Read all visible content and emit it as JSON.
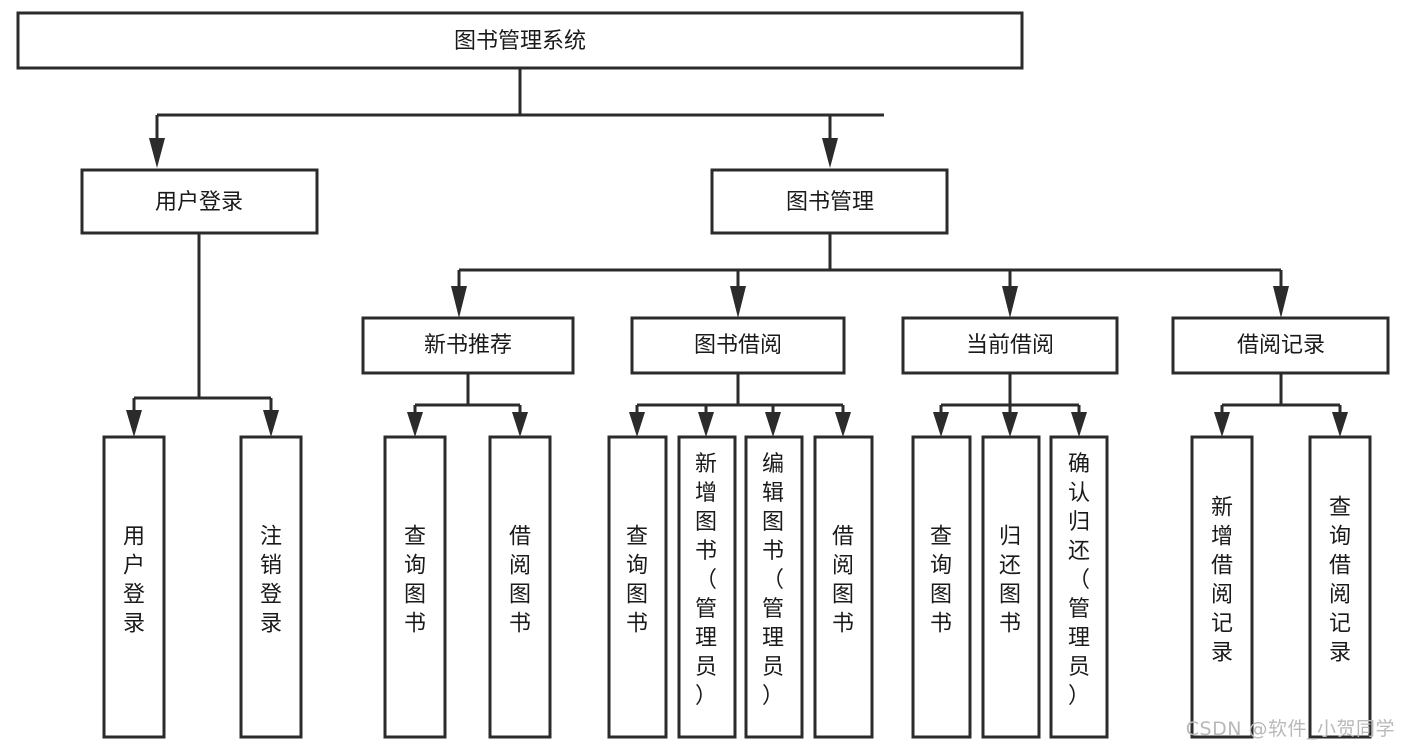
{
  "diagram": {
    "title": "图书管理系统",
    "type": "tree-hierarchy",
    "colors": {
      "stroke": "#2b2b2b",
      "box_fill": "#ffffff",
      "text": "#1a1a1a",
      "background": "#ffffff",
      "watermark": "#b9b9b9"
    },
    "root": {
      "label": "图书管理系统"
    },
    "level2": [
      {
        "label": "用户登录"
      },
      {
        "label": "图书管理"
      }
    ],
    "level3": [
      {
        "label": "新书推荐"
      },
      {
        "label": "图书借阅"
      },
      {
        "label": "当前借阅"
      },
      {
        "label": "借阅记录"
      }
    ],
    "leaves": {
      "user_login": [
        {
          "label": "用户登录"
        },
        {
          "label": "注销登录"
        }
      ],
      "new_book_recommend": [
        {
          "label": "查询图书"
        },
        {
          "label": "借阅图书"
        }
      ],
      "book_borrow": [
        {
          "label": "查询图书"
        },
        {
          "label": "新增图书（管理员）"
        },
        {
          "label": "编辑图书（管理员）"
        },
        {
          "label": "借阅图书"
        }
      ],
      "current_borrow": [
        {
          "label": "查询图书"
        },
        {
          "label": "归还图书"
        },
        {
          "label": "确认归还（管理员）"
        }
      ],
      "borrow_record": [
        {
          "label": "新增借阅记录"
        },
        {
          "label": "查询借阅记录"
        }
      ]
    }
  },
  "watermark": {
    "text": "CSDN @软件_小贺同学"
  }
}
